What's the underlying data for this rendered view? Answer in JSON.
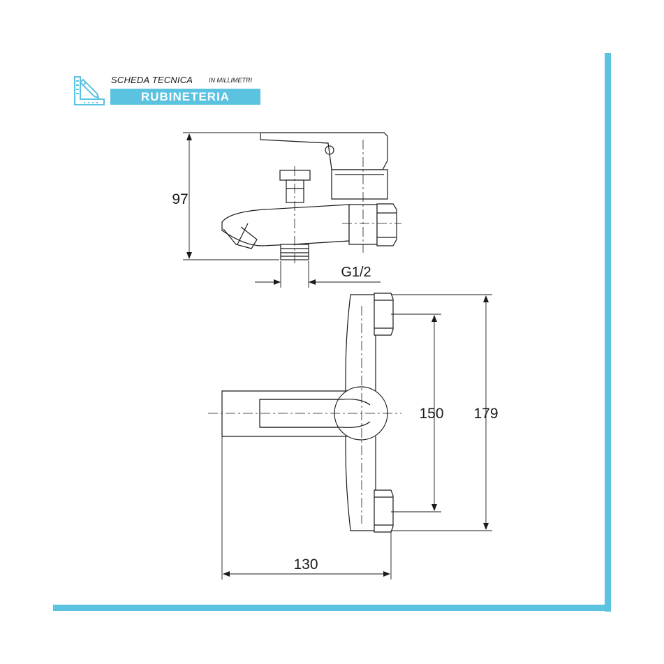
{
  "header": {
    "title": "SCHEDA TECNICA",
    "unit": "IN MILLIMETRI",
    "category": "RUBINETERIA",
    "icon": "drafting-pencil-ruler-icon"
  },
  "colors": {
    "accent": "#5bc3e0",
    "line": "#1a1a1a"
  },
  "dimensions": {
    "height": "97",
    "thread": "G1/2",
    "centers": "150",
    "overall_width": "179",
    "depth": "130"
  }
}
